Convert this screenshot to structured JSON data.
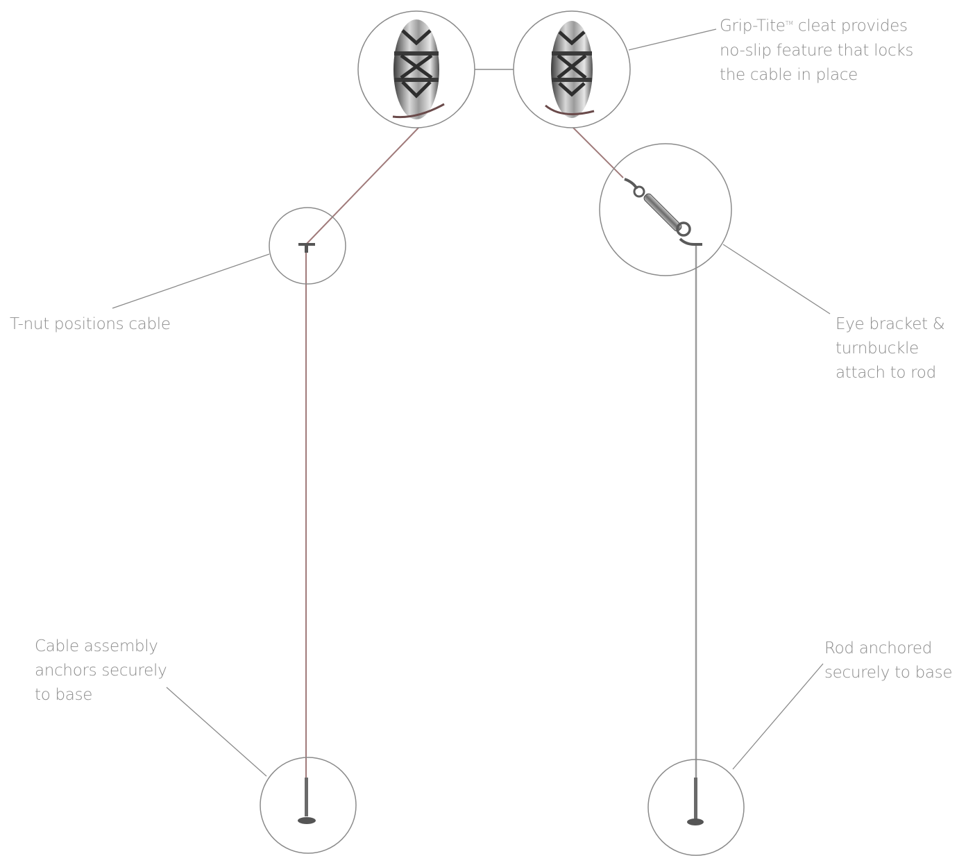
{
  "labels": {
    "grip_tite": {
      "line1": "Grip-Tite",
      "tm": "TM",
      "line1_rest": " cleat provides",
      "line2": "no-slip feature that locks",
      "line3": "the cable in place"
    },
    "t_nut": {
      "line1": "T-nut positions cable"
    },
    "eye_bracket": {
      "line1": "Eye bracket &",
      "line2": "turnbuckle",
      "line3": "attach to rod"
    },
    "cable_assembly": {
      "line1": "Cable assembly",
      "line2": "anchors securely",
      "line3": "to base"
    },
    "rod_anchored": {
      "line1": "Rod anchored",
      "line2": "securely to base"
    }
  },
  "colors": {
    "outline": "#8a8a8a",
    "cable": "#a07a7a",
    "rod": "#9a9a9a",
    "metal_dark": "#4a4a4a",
    "metal_light": "#c8c8c8",
    "text": "#8c8c8c"
  }
}
